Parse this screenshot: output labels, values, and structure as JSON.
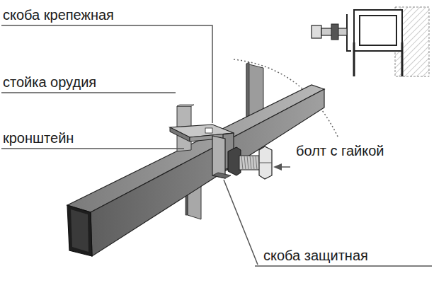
{
  "diagram": {
    "labels": [
      "скоба крепежная",
      "стойка орудия",
      "кронштейн",
      "болт с гайкой",
      "скоба защитная"
    ]
  }
}
